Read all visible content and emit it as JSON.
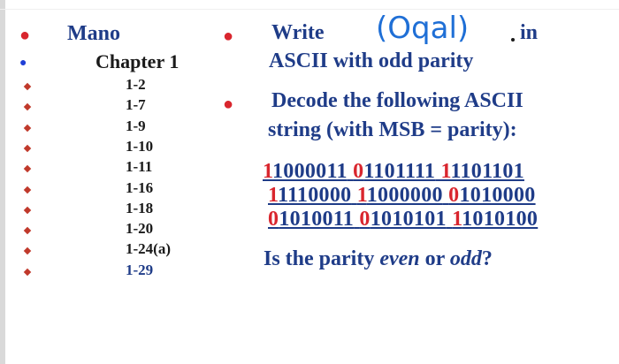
{
  "left": {
    "title": "Mano",
    "chapter": "Chapter 1",
    "items": [
      "1-2",
      "1-7",
      "1-9",
      "1-10",
      "1-11",
      "1-16",
      "1-18",
      "1-20",
      "1-24(a)",
      "1-29"
    ]
  },
  "right": {
    "q1_word": "Write",
    "q1_handwritten": "(Oqal)",
    "q1_tail": "in",
    "q1_line2": "ASCII with odd parity",
    "q2_line1": "Decode the following ASCII",
    "q2_line2": "string (with MSB = parity):",
    "bytes": [
      {
        "msb": "1",
        "rest": "1000011"
      },
      {
        "msb": "0",
        "rest": "1101111"
      },
      {
        "msb": "1",
        "rest": "1101101"
      },
      {
        "msb": "1",
        "rest": "1110000"
      },
      {
        "msb": "1",
        "rest": "1000000"
      },
      {
        "msb": "0",
        "rest": "1010000"
      },
      {
        "msb": "0",
        "rest": "1010011"
      },
      {
        "msb": "0",
        "rest": "1010101"
      },
      {
        "msb": "1",
        "rest": "1010100"
      }
    ],
    "question_prefix": "Is the parity ",
    "question_even": "even",
    "question_mid": " or ",
    "question_odd": "odd",
    "question_suffix": "?"
  },
  "colors": {
    "title_blue": "#1f3c88",
    "parity_red": "#d9262e",
    "bullet_red": "#d9262e",
    "bullet_blue": "#1f3fd6",
    "handwriting_blue": "#1f6fd6"
  }
}
